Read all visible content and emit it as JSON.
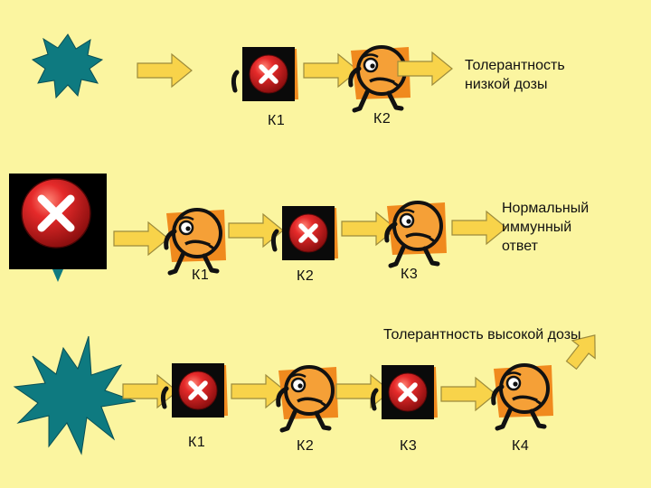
{
  "rows": [
    {
      "outcome": [
        "Толерантность",
        "низкой дозы"
      ],
      "labels": [
        "К1",
        "К2"
      ]
    },
    {
      "outcome": [
        "Нормальный",
        "иммунный",
        "ответ"
      ],
      "labels": [
        "К1",
        "К2",
        "К3"
      ]
    },
    {
      "outcome": [
        "Толерантность высокой дозы"
      ],
      "labels": [
        "К1",
        "К2",
        "К3",
        "К4"
      ]
    }
  ],
  "colors": {
    "background": "#FBF5A0",
    "arrow_fill": "#F8D34A",
    "arrow_stroke": "#9C8B3C",
    "antigen": "#0E7A80",
    "cell_orange": "#F08A1E",
    "cell_face": "#F5A037",
    "blocked_red": "#D82020"
  },
  "icons": [
    "antigen-burst",
    "blocked-cell",
    "active-cell",
    "block-x-icon",
    "arrow-right",
    "arrow-up-right"
  ]
}
